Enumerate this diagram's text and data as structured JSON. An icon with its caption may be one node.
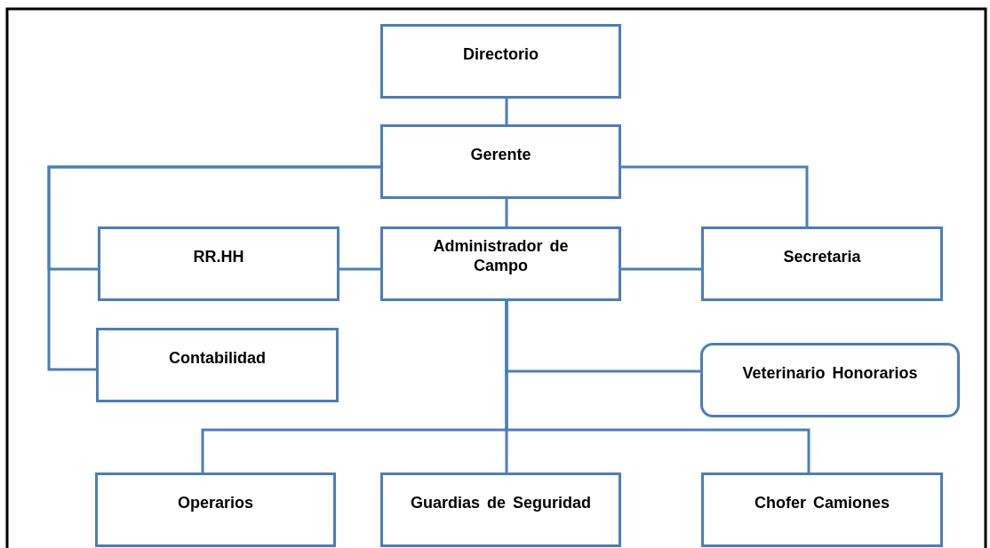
{
  "diagram": {
    "nodes": [
      {
        "text": [
          "Directorio"
        ]
      },
      {
        "text": [
          "Gerente"
        ]
      },
      {
        "text": [
          "RR.HH"
        ]
      },
      {
        "text": [
          "Administrador de Campo"
        ]
      },
      {
        "text": [
          "Secretaria"
        ]
      },
      {
        "text": [
          "Contabilidad"
        ]
      },
      {
        "text": [
          "Veterinario Honorarios"
        ]
      },
      {
        "text": [
          "Operarios"
        ]
      },
      {
        "text": [
          "Guardias de Seguridad"
        ]
      },
      {
        "text": [
          "Chofer Camiones"
        ]
      }
    ],
    "edges": [
      {
        "from": 0,
        "to": 1,
        "arrow": "none"
      },
      {
        "from": 1,
        "to": 3,
        "arrow": "none"
      },
      {
        "from": 1,
        "to": 2,
        "arrow": "none"
      },
      {
        "from": 1,
        "to": 5,
        "arrow": "none"
      },
      {
        "from": 1,
        "to": 4,
        "arrow": "none"
      },
      {
        "from": 2,
        "to": 3,
        "arrow": "none"
      },
      {
        "from": 3,
        "to": 4,
        "arrow": "none"
      },
      {
        "from": 3,
        "to": 6,
        "arrow": "none"
      },
      {
        "from": 3,
        "to": 7,
        "arrow": "none"
      },
      {
        "from": 3,
        "to": 8,
        "arrow": "none"
      },
      {
        "from": 3,
        "to": 9,
        "arrow": "none"
      }
    ]
  }
}
